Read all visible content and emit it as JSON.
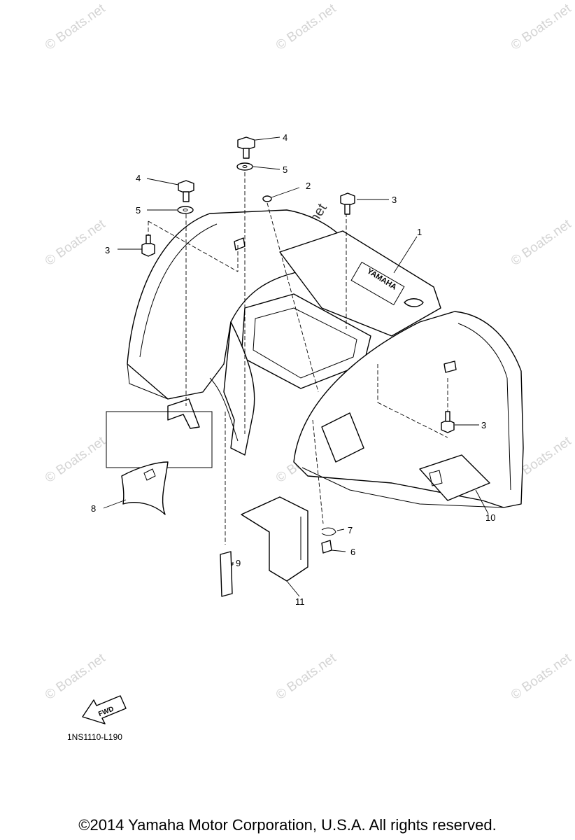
{
  "watermark": "© Boats.net",
  "diagram_code": "1NS1110-L190",
  "copyright": "©2014 Yamaha Motor Corporation, U.S.A. All rights reserved.",
  "fwd_label": "FWD",
  "fender_brand": "YAMAHA",
  "callouts": [
    "1",
    "2",
    "3",
    "3",
    "3",
    "4",
    "4",
    "5",
    "5",
    "6",
    "7",
    "8",
    "9",
    "10",
    "11"
  ]
}
